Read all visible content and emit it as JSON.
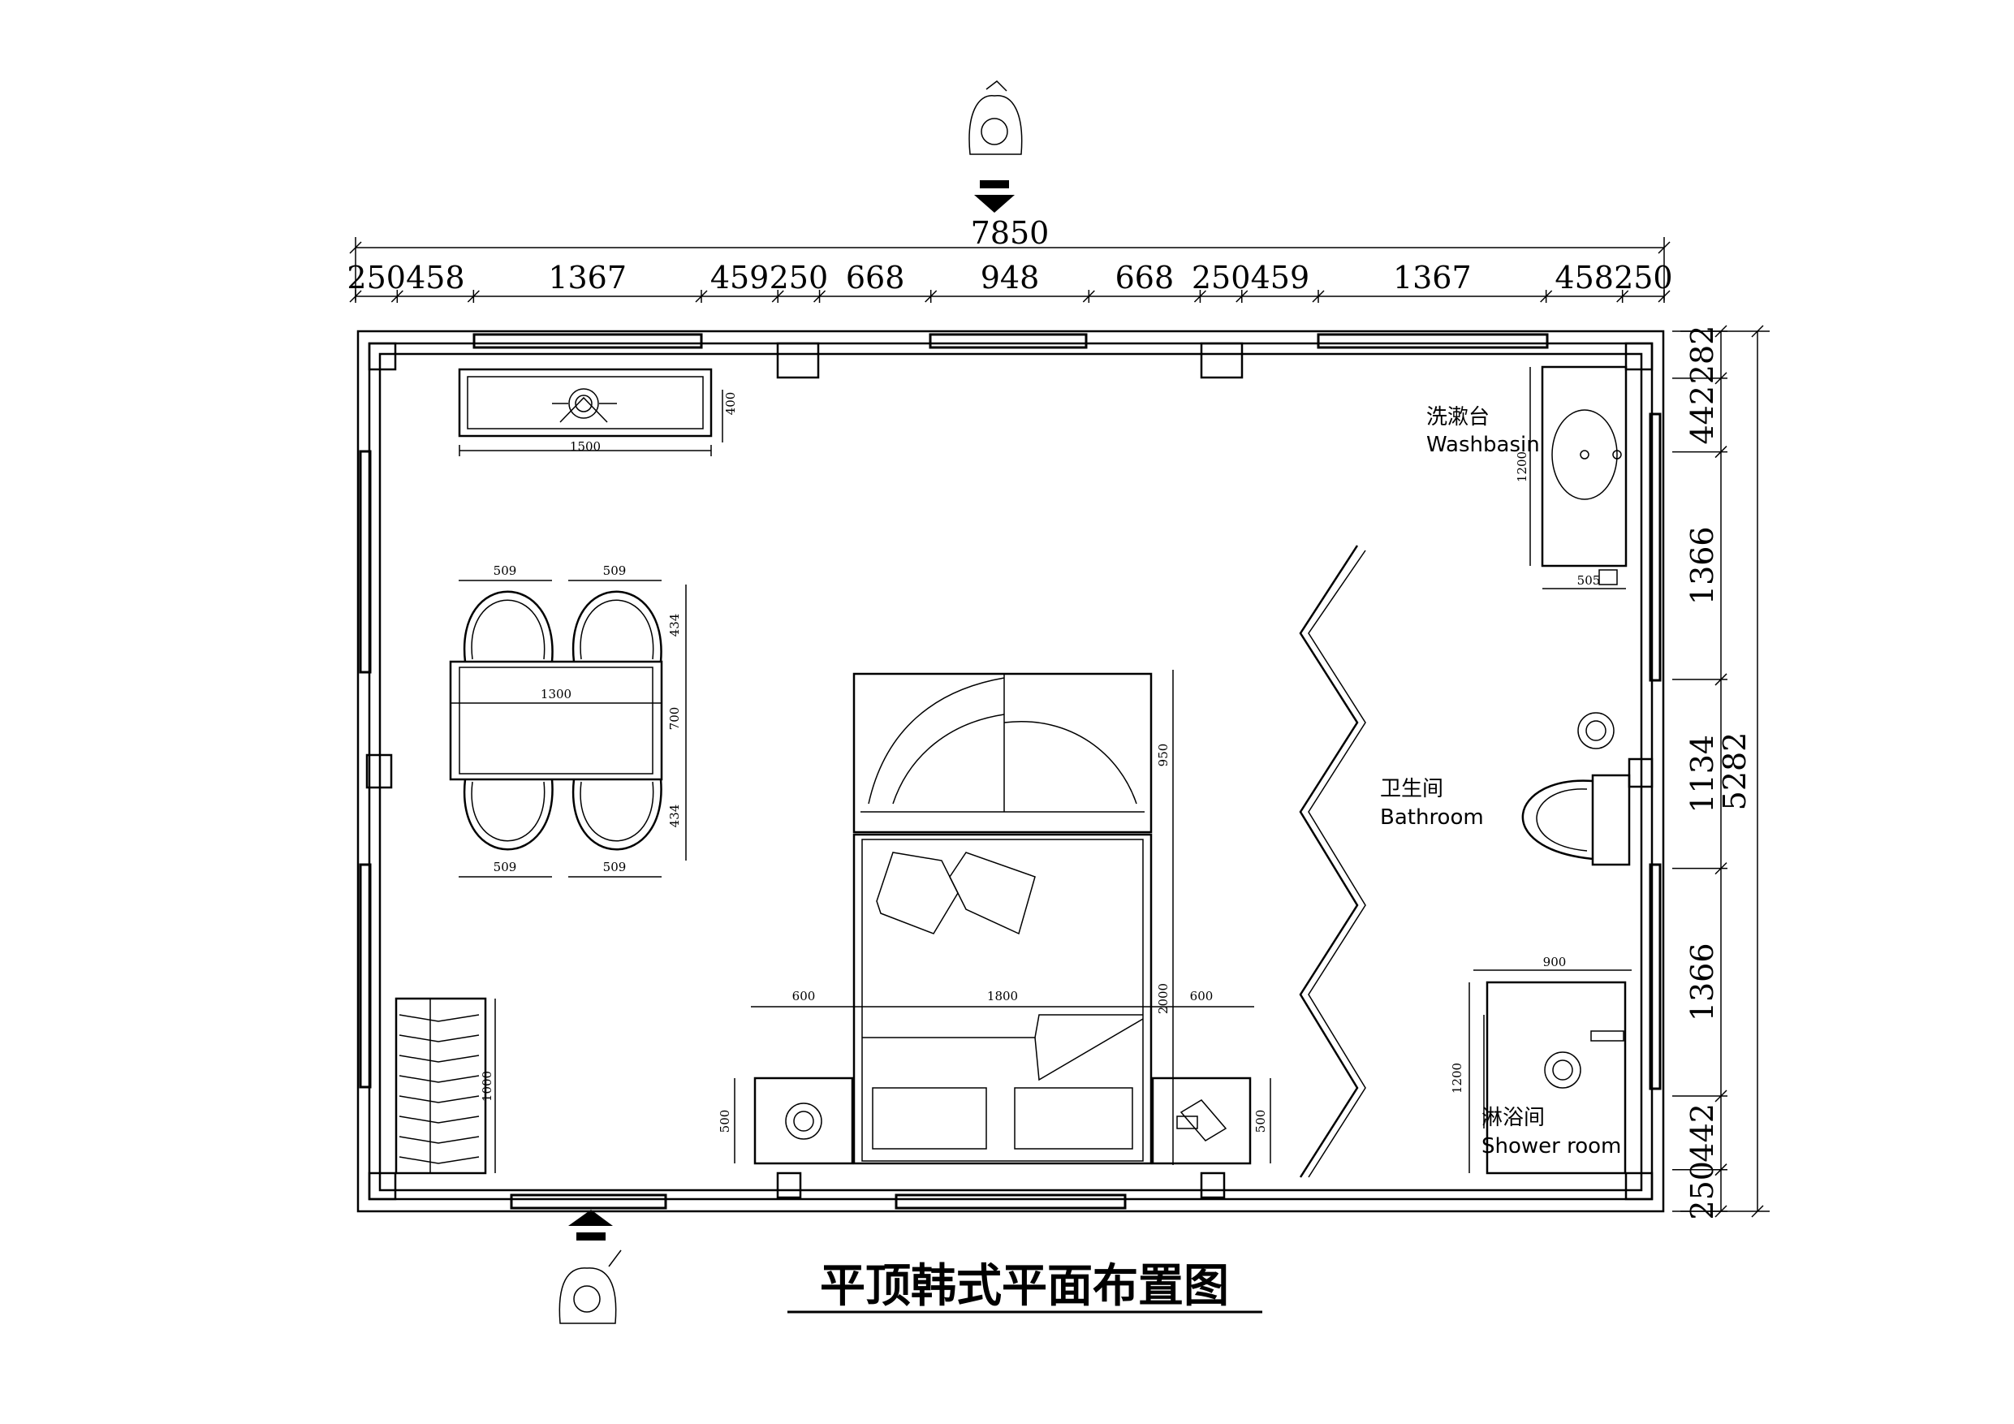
{
  "title": "平顶韩式平面布置图",
  "overall": {
    "width": "7850",
    "height": "5282"
  },
  "top_dims": [
    "250",
    "458",
    "1367",
    "459",
    "250",
    "668",
    "948",
    "668",
    "250",
    "459",
    "1367",
    "458",
    "250"
  ],
  "right_dims": [
    "282",
    "442",
    "1366",
    "1134",
    "1366",
    "442",
    "250"
  ],
  "furniture_dims": {
    "tv_w": "1500",
    "tv_d": "400",
    "chair_top_l": "509",
    "chair_top_r": "509",
    "chair_bot_l": "509",
    "chair_bot_r": "509",
    "table_w": "1300",
    "table_d": "700",
    "chair_d_top": "434",
    "chair_d_bot": "434",
    "wardrobe_h": "950",
    "bed_h": "2000",
    "bed_w": "1800",
    "side_l": "600",
    "side_r": "600",
    "night_l": "500",
    "night_r": "500",
    "shoe_h": "1000",
    "basin_h": "1200",
    "basin_w": "505",
    "shower_w": "900",
    "shower_h": "1200"
  },
  "rooms": {
    "washbasin_cn": "洗漱台",
    "washbasin_en": "Washbasin",
    "bathroom_cn": "卫生间",
    "bathroom_en": "Bathroom",
    "shower_cn": "淋浴间",
    "shower_en": "Shower room"
  }
}
